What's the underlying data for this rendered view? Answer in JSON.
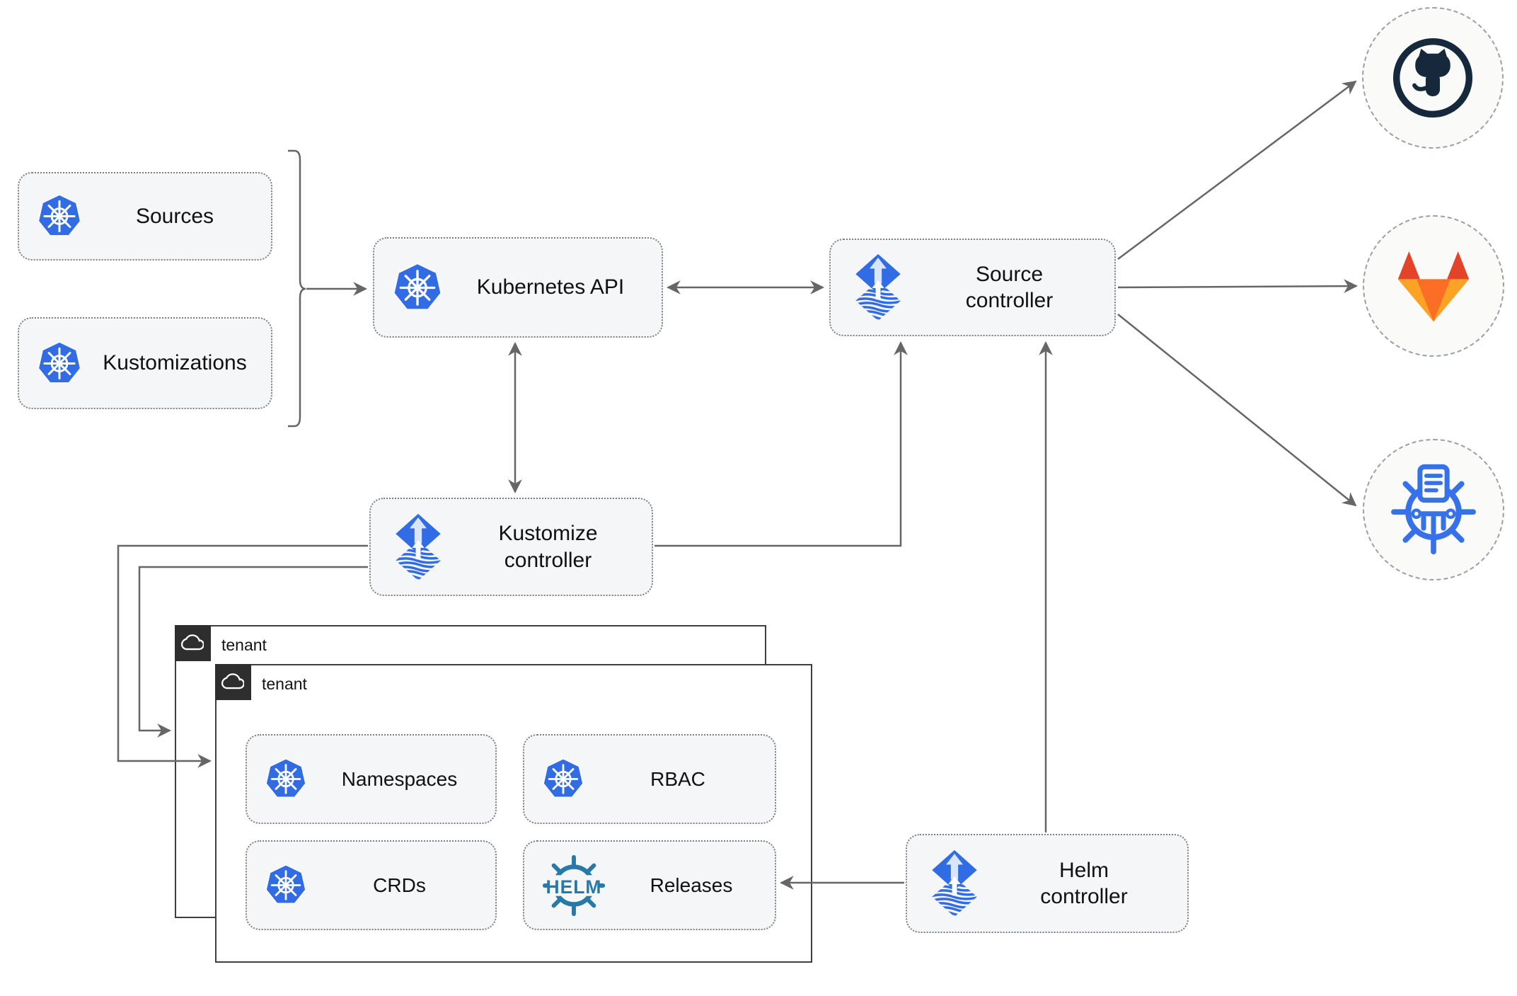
{
  "nodes": {
    "sources": {
      "label": "Sources",
      "icon": "kubernetes-icon"
    },
    "kustomizations": {
      "label": "Kustomizations",
      "icon": "kubernetes-icon"
    },
    "kubernetes_api": {
      "label": "Kubernetes API",
      "icon": "kubernetes-icon"
    },
    "source_controller": {
      "line1": "Source",
      "line2": "controller",
      "icon": "flux-icon"
    },
    "kustomize_controller": {
      "line1": "Kustomize",
      "line2": "controller",
      "icon": "flux-icon"
    },
    "helm_controller": {
      "line1": "Helm",
      "line2": "controller",
      "icon": "flux-icon"
    },
    "namespaces": {
      "label": "Namespaces",
      "icon": "kubernetes-icon"
    },
    "rbac": {
      "label": "RBAC",
      "icon": "kubernetes-icon"
    },
    "crds": {
      "label": "CRDs",
      "icon": "kubernetes-icon"
    },
    "releases": {
      "label": "Releases",
      "icon": "helm-icon",
      "logo_text": "HELM"
    }
  },
  "tenants": {
    "outer": {
      "label": "tenant",
      "icon": "cloud-icon"
    },
    "inner": {
      "label": "tenant",
      "icon": "cloud-icon"
    }
  },
  "endpoints": {
    "github": {
      "icon": "github-icon"
    },
    "gitlab": {
      "icon": "gitlab-icon"
    },
    "chartmuseum": {
      "icon": "chartmuseum-icon"
    }
  },
  "connections": [
    {
      "from": "sources-kustomizations-bracket",
      "to": "kubernetes-api",
      "style": "arrow"
    },
    {
      "from": "kubernetes-api",
      "to": "source-controller",
      "style": "bidirectional"
    },
    {
      "from": "kubernetes-api",
      "to": "kustomize-controller",
      "style": "bidirectional"
    },
    {
      "from": "kustomize-controller",
      "to": "source-controller",
      "style": "arrow"
    },
    {
      "from": "helm-controller",
      "to": "source-controller",
      "style": "arrow"
    },
    {
      "from": "helm-controller",
      "to": "releases",
      "style": "arrow"
    },
    {
      "from": "kustomize-controller",
      "to": "tenant-outer",
      "style": "arrow"
    },
    {
      "from": "kustomize-controller",
      "to": "tenant-inner",
      "style": "arrow"
    },
    {
      "from": "source-controller",
      "to": "github",
      "style": "arrow"
    },
    {
      "from": "source-controller",
      "to": "gitlab",
      "style": "arrow"
    },
    {
      "from": "source-controller",
      "to": "chartmuseum",
      "style": "arrow"
    }
  ],
  "colors": {
    "kubernetes_blue": "#326CE5",
    "flux_blue": "#316CE5",
    "flux_arrow_light": "#D9E6FA",
    "helm_teal": "#2779A7",
    "github_dark": "#16283C",
    "gitlab_red": "#E24329",
    "gitlab_orange": "#FC6D26",
    "gitlab_yellow": "#FCA326",
    "chartmuseum_blue": "#3671E9",
    "node_fill": "#F5F6F7",
    "node_border": "#7F7F7F",
    "tenant_border": "#3F3F3F",
    "tenant_tab_bg": "#2E2E2E",
    "connector_gray": "#666666",
    "canvas_bg": "#FFFFFF"
  }
}
